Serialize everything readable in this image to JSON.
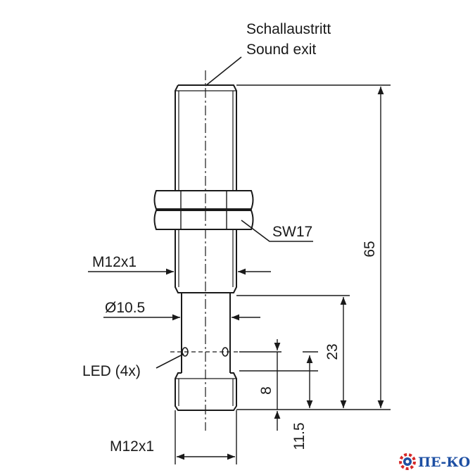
{
  "labels": {
    "sound_exit_de": "Schallaustritt",
    "sound_exit_en": "Sound exit",
    "wrench_size": "SW17",
    "thread_upper": "M12x1",
    "diameter": "Ø10.5",
    "led": "LED (4x)",
    "thread_lower": "M12x1"
  },
  "dimensions": {
    "total_length": "65",
    "dim_23": "23",
    "dim_8": "8",
    "dim_11_5": "11.5"
  },
  "logo": {
    "text": "ПЕ-КО",
    "color": "#1d4fa3",
    "accent_color": "#d62828",
    "icon": "gear-icon"
  }
}
